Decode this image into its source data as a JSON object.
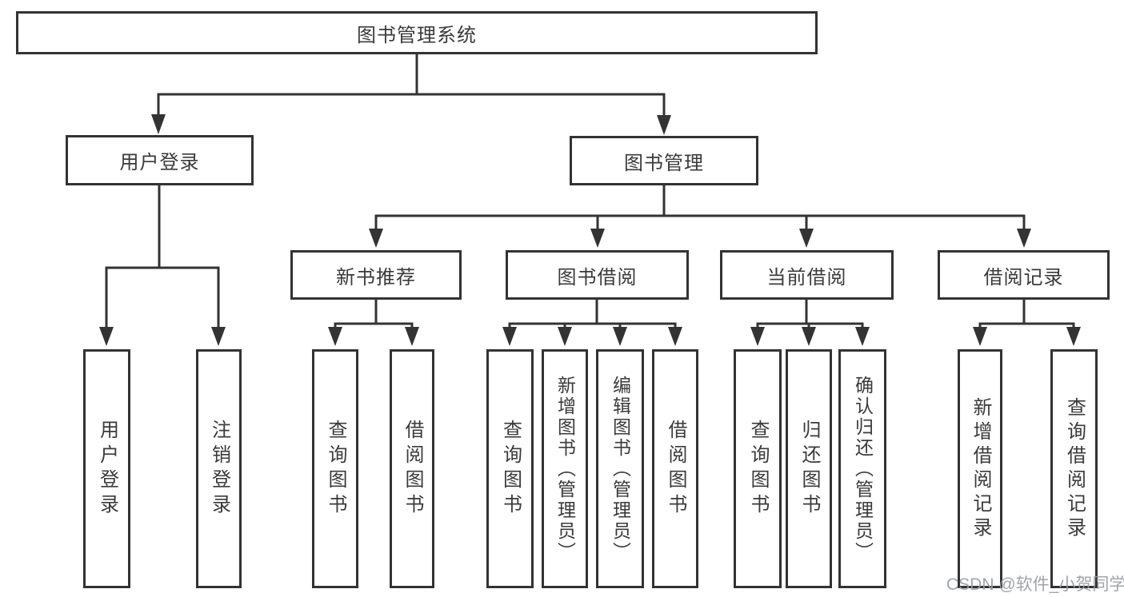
{
  "diagram": {
    "tree": {
      "label": "图书管理系统",
      "children": [
        {
          "label": "用户登录",
          "children": [
            {
              "label": "用户登录"
            },
            {
              "label": "注销登录"
            }
          ]
        },
        {
          "label": "图书管理",
          "children": [
            {
              "label": "新书推荐",
              "children": [
                {
                  "label": "查询图书"
                },
                {
                  "label": "借阅图书"
                }
              ]
            },
            {
              "label": "图书借阅",
              "children": [
                {
                  "label": "查询图书"
                },
                {
                  "label": "新增图书（管理员）"
                },
                {
                  "label": "编辑图书（管理员）"
                },
                {
                  "label": "借阅图书"
                }
              ]
            },
            {
              "label": "当前借阅",
              "children": [
                {
                  "label": "查询图书"
                },
                {
                  "label": "归还图书"
                },
                {
                  "label": "确认归还（管理员）"
                }
              ]
            },
            {
              "label": "借阅记录",
              "children": [
                {
                  "label": "新增借阅记录"
                },
                {
                  "label": "查询借阅记录"
                }
              ]
            }
          ]
        }
      ]
    },
    "colors": {
      "line": "#333333",
      "text": "#3a3a3a",
      "background": "#ffffff",
      "watermark": "#989ca3"
    }
  },
  "watermark": {
    "text": "CSDN @软件_小贺同学"
  }
}
